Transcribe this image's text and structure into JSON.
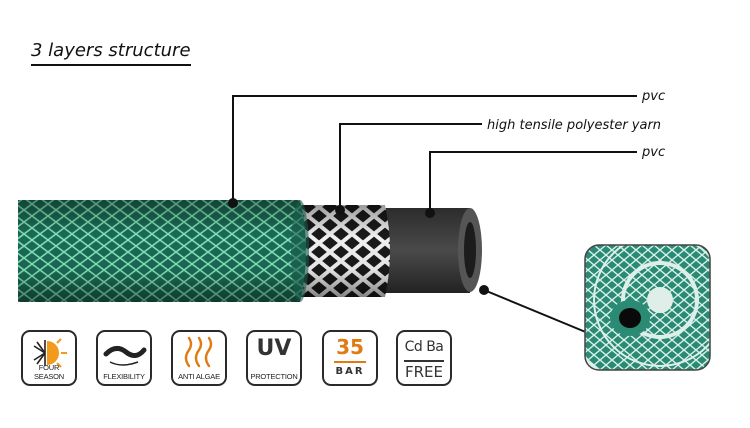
{
  "title": "3 layers structure",
  "callouts": [
    {
      "text": "pvc"
    },
    {
      "text": "high tensile polyester yarn"
    },
    {
      "text": "pvc"
    }
  ],
  "badges": [
    {
      "label": "FOUR SEASON",
      "icon": "sun-snowflake-icon"
    },
    {
      "label": "FLEXIBILITY",
      "icon": "flexible-hose-icon"
    },
    {
      "label": "ANTI ALGAE",
      "icon": "flame-waves-icon"
    },
    {
      "big": "UV",
      "label": "PROTECTION",
      "icon": "uv-icon"
    },
    {
      "big": "35",
      "sub": "BAR",
      "icon": "pressure-icon"
    },
    {
      "top": "Cd Ba",
      "bottom": "FREE",
      "icon": "heavy-metal-free-icon"
    }
  ],
  "colors": {
    "hose_green": "#1f6f5a",
    "mesh": "#7fe0b5",
    "yarn": "#e8e8e8",
    "inner_pvc": "#3a3a3a",
    "accent_orange": "#e07b12"
  }
}
